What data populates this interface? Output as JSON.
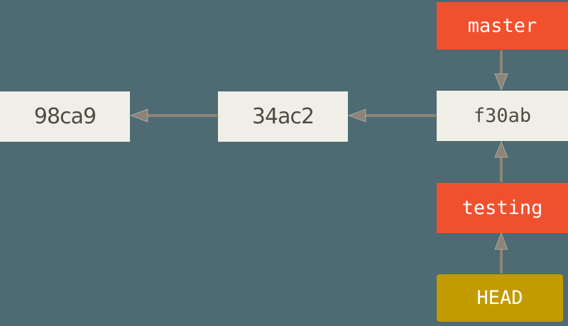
{
  "diagram": {
    "kind": "git-commit-graph",
    "colors": {
      "background": "#4e6a73",
      "commit_box": "#f0efe7",
      "commit_text": "#4f4b42",
      "branch_box": "#f1502f",
      "head_box": "#c29b00",
      "pointer_text": "#ffffff",
      "arrow": "#8d8477"
    },
    "nodes": {
      "commit_98ca9": {
        "label": "98ca9",
        "kind": "commit"
      },
      "commit_34ac2": {
        "label": "34ac2",
        "kind": "commit"
      },
      "commit_f30ab": {
        "label": "f30ab",
        "kind": "commit"
      },
      "branch_master": {
        "label": "master",
        "kind": "branch"
      },
      "branch_testing": {
        "label": "testing",
        "kind": "branch"
      },
      "head_pointer": {
        "label": "HEAD",
        "kind": "head"
      }
    },
    "edges": [
      {
        "from": "master",
        "to": "f30ab",
        "direction": "down"
      },
      {
        "from": "testing",
        "to": "f30ab",
        "direction": "up"
      },
      {
        "from": "HEAD",
        "to": "testing",
        "direction": "up"
      },
      {
        "from": "f30ab",
        "to": "34ac2",
        "direction": "left"
      },
      {
        "from": "34ac2",
        "to": "98ca9",
        "direction": "left"
      }
    ]
  }
}
